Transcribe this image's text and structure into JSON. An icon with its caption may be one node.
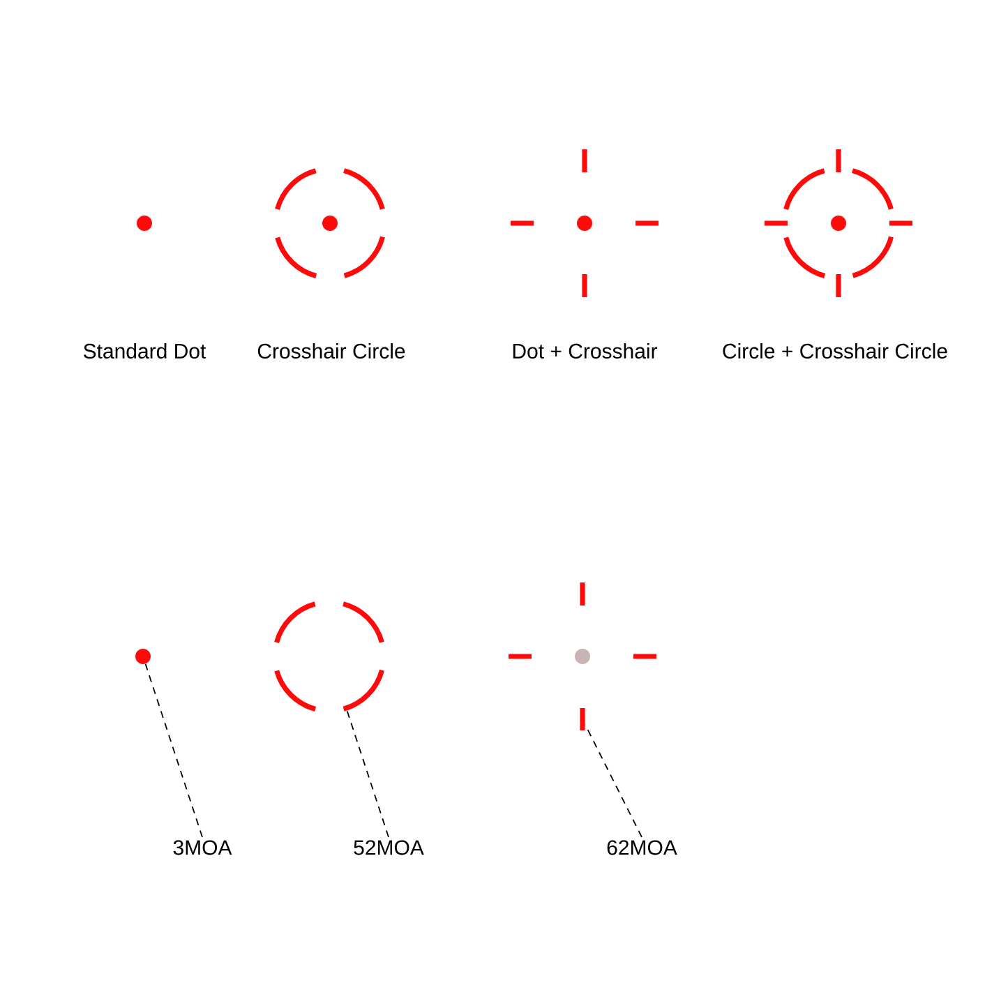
{
  "diagram": {
    "nodes": [
      {
        "text": [],
        "shape": "circle"
      },
      {
        "text": [],
        "shape": "circle"
      },
      {
        "text": [],
        "shape": "bar"
      },
      {
        "text": [
          "3MOA"
        ]
      },
      {
        "text": [
          "52MOA"
        ]
      },
      {
        "text": [
          "62MOA"
        ]
      }
    ],
    "edges": [
      {
        "from": 3,
        "to": 0,
        "arrow": "none",
        "style": "dashed"
      },
      {
        "from": 4,
        "to": 1,
        "arrow": "none",
        "style": "dashed"
      },
      {
        "from": 5,
        "to": 2,
        "arrow": "none",
        "style": "dashed"
      }
    ],
    "labels": [
      "Standard Dot",
      "Crosshair Circle",
      "Dot + Crosshair",
      "Circle + Crosshair Circle"
    ]
  }
}
